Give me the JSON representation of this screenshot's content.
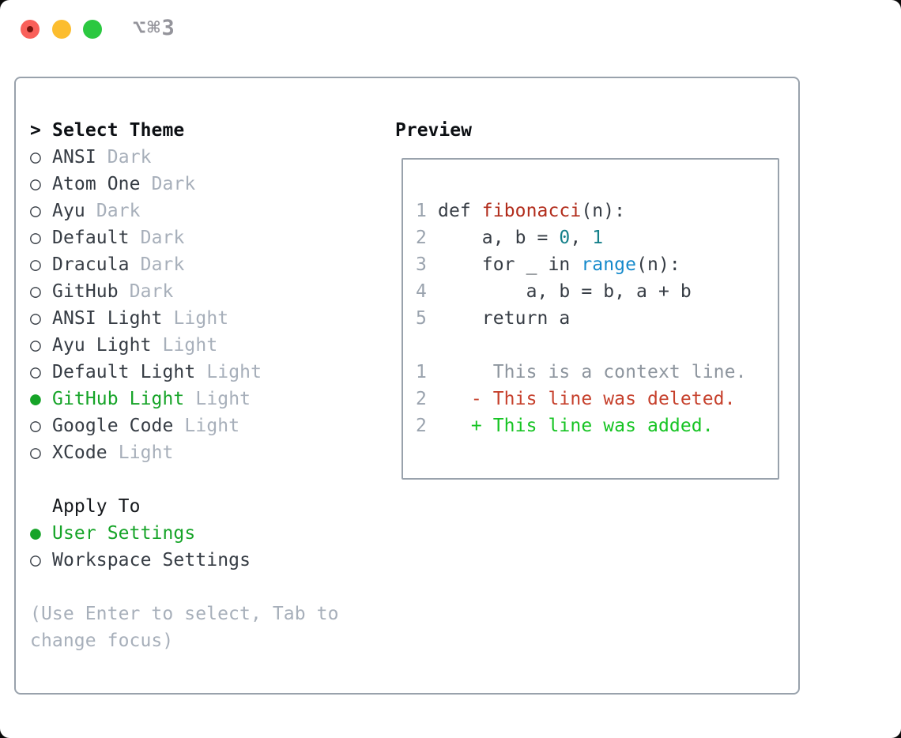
{
  "window": {
    "title": "⌥⌘3",
    "traffic_lights": [
      "close",
      "minimize",
      "zoom"
    ]
  },
  "theme_panel": {
    "header_prefix": ">",
    "header_label": "Select Theme",
    "themes": [
      {
        "name": "ANSI",
        "tag": "Dark",
        "selected": false
      },
      {
        "name": "Atom One",
        "tag": "Dark",
        "selected": false
      },
      {
        "name": "Ayu",
        "tag": "Dark",
        "selected": false
      },
      {
        "name": "Default",
        "tag": "Dark",
        "selected": false
      },
      {
        "name": "Dracula",
        "tag": "Dark",
        "selected": false
      },
      {
        "name": "GitHub",
        "tag": "Dark",
        "selected": false
      },
      {
        "name": "ANSI Light",
        "tag": "Light",
        "selected": false
      },
      {
        "name": "Ayu Light",
        "tag": "Light",
        "selected": false
      },
      {
        "name": "Default Light",
        "tag": "Light",
        "selected": false
      },
      {
        "name": "GitHub Light",
        "tag": "Light",
        "selected": true
      },
      {
        "name": "Google Code",
        "tag": "Light",
        "selected": false
      },
      {
        "name": "XCode",
        "tag": "Light",
        "selected": false
      }
    ],
    "apply_to_label": "Apply To",
    "apply_options": [
      {
        "name": "User Settings",
        "selected": true
      },
      {
        "name": "Workspace Settings",
        "selected": false
      }
    ],
    "hint": [
      "(Use Enter to select, Tab to",
      "change focus)"
    ]
  },
  "preview": {
    "label": "Preview",
    "code": [
      {
        "num": "1",
        "tokens": [
          {
            "text": "def "
          },
          {
            "text": "fibonacci"
          },
          {
            "text": "(n):"
          }
        ]
      },
      {
        "num": "2",
        "tokens": [
          {
            "text": "    a, b = "
          },
          {
            "text": "0"
          },
          {
            "text": ", "
          },
          {
            "text": "1"
          }
        ]
      },
      {
        "num": "3",
        "tokens": [
          {
            "text": "    for _ in "
          },
          {
            "text": "range"
          },
          {
            "text": "(n):"
          }
        ]
      },
      {
        "num": "4",
        "tokens": [
          {
            "text": "        a, b = b, a + b"
          }
        ]
      },
      {
        "num": "5",
        "tokens": [
          {
            "text": "    return a"
          }
        ]
      }
    ],
    "diff": [
      {
        "num": "1",
        "text": "     This is a context line.",
        "kind": "context"
      },
      {
        "num": "2",
        "text": "   - This line was deleted.",
        "kind": "removed"
      },
      {
        "num": "2",
        "text": "   + This line was added.",
        "kind": "added"
      }
    ]
  },
  "colors": {
    "panel_border": "#99a2ac",
    "text_dark": "#363c44",
    "text_muted": "#a7afba",
    "selection_green": "#16a428",
    "diff_added_green": "#16c423",
    "diff_removed_red": "#c6402c",
    "function_red": "#b22d1c",
    "number_teal": "#15808a",
    "builtin_blue": "#1489cb",
    "line_number_gray": "#9aa3ae",
    "traffic_red": "#f9605a",
    "traffic_yellow": "#fcbd2e",
    "traffic_green": "#2bc840"
  }
}
